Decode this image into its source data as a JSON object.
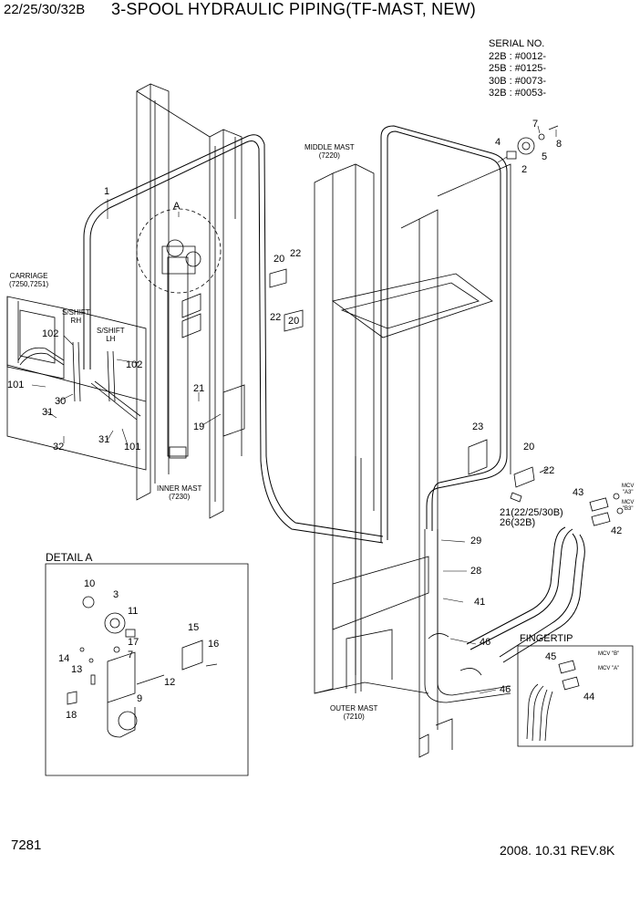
{
  "header": {
    "model": "22/25/30/32B",
    "title": "3-SPOOL HYDRAULIC PIPING(TF-MAST, NEW)"
  },
  "serial": [
    "SERIAL NO.",
    "22B : #0012-",
    "25B : #0125-",
    "30B : #0073-",
    "32B : #0053-"
  ],
  "assemblies": {
    "middle_mast": [
      "MIDDLE MAST",
      "(7220)"
    ],
    "carriage": [
      "CARRIAGE",
      "(7250,7251)"
    ],
    "inner_mast": [
      "INNER MAST",
      "(7230)"
    ],
    "outer_mast": [
      "OUTER MAST",
      "(7210)"
    ],
    "s_shift_rh": [
      "S/SHIFT",
      "RH"
    ],
    "s_shift_lh": [
      "S/SHIFT",
      "LH"
    ]
  },
  "callouts": {
    "c1": "1",
    "c2": "2",
    "c4": "4",
    "c5": "5",
    "c7": "7",
    "c8": "8",
    "cA": "A",
    "c20a": "20",
    "c22a": "22",
    "c22b": "22",
    "c20b": "20",
    "c102a": "102",
    "c102b": "102",
    "c101a": "101",
    "c101b": "101",
    "c30": "30",
    "c31a": "31",
    "c31b": "31",
    "c32": "32",
    "c21a": "21",
    "c19": "19",
    "c23": "23",
    "c20c": "20",
    "c22c": "22",
    "c43": "43",
    "c42": "42",
    "c21b": "21(22/25/30B)",
    "c26": "26(32B)",
    "c29": "29",
    "c28": "28",
    "c41": "41",
    "c46a": "46",
    "c46b": "46"
  },
  "mcv": {
    "a3": [
      "MCV",
      "\"A3\""
    ],
    "b3": [
      "MCV",
      "\"B3\""
    ],
    "b": "MCV \"B\"",
    "a": "MCV \"A\""
  },
  "detail_a": {
    "title": "DETAIL A",
    "callouts": {
      "c10": "10",
      "c3": "3",
      "c11": "11",
      "c17": "17",
      "c7": "7",
      "c14": "14",
      "c13": "13",
      "c15": "15",
      "c16": "16",
      "c12": "12",
      "c9": "9",
      "c18": "18"
    }
  },
  "fingertip": {
    "title": "FINGERTIP",
    "callouts": {
      "c45": "45",
      "c44": "44"
    }
  },
  "footer": {
    "page": "7281",
    "revision": "2008. 10.31  REV.8K"
  }
}
